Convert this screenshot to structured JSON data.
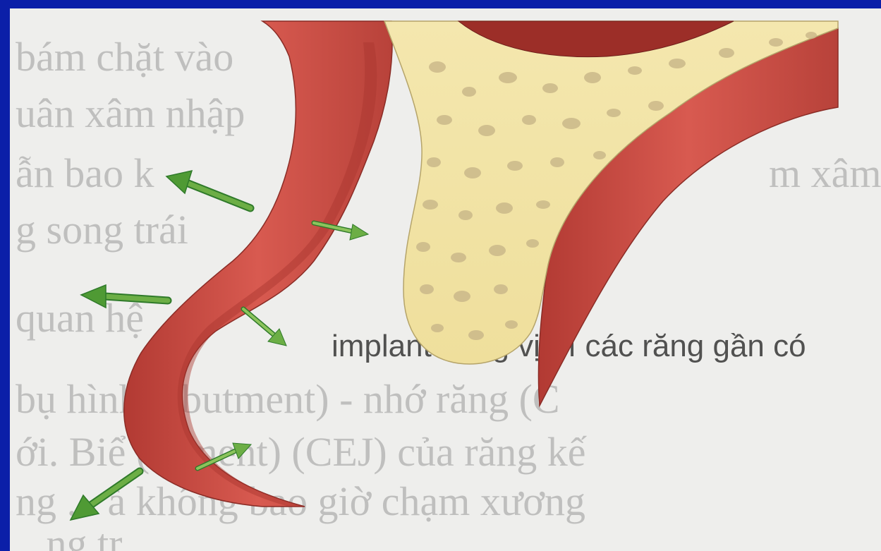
{
  "bleed_through_text": {
    "upper_lines": [
      "bám chặt vào",
      "uân xâm nhập",
      "ẫn bao k",
      "g song trái"
    ],
    "upper_right_fragment": "m xâm",
    "lower_lines": [
      "quan hệ",
      "implant đúng vị trí các răng gần có",
      "bụ hình (abutment) - nhớ răng (C",
      "ới. Biể   (cement) (CEJ) của răng kế",
      "ng ...   à không bao giờ chạm xương",
      "...ng tr     ...   ...   ...   ..."
    ]
  },
  "colors": {
    "frame": "#0b1fa8",
    "paper": "#eeeeec",
    "gingiva": "#d2564d",
    "gingiva_dark": "#a8362f",
    "bone": "#f1e3a2",
    "bone_pore": "#cfc094",
    "arrow": "#6cae45",
    "arrow_dark": "#2f7a2a"
  }
}
